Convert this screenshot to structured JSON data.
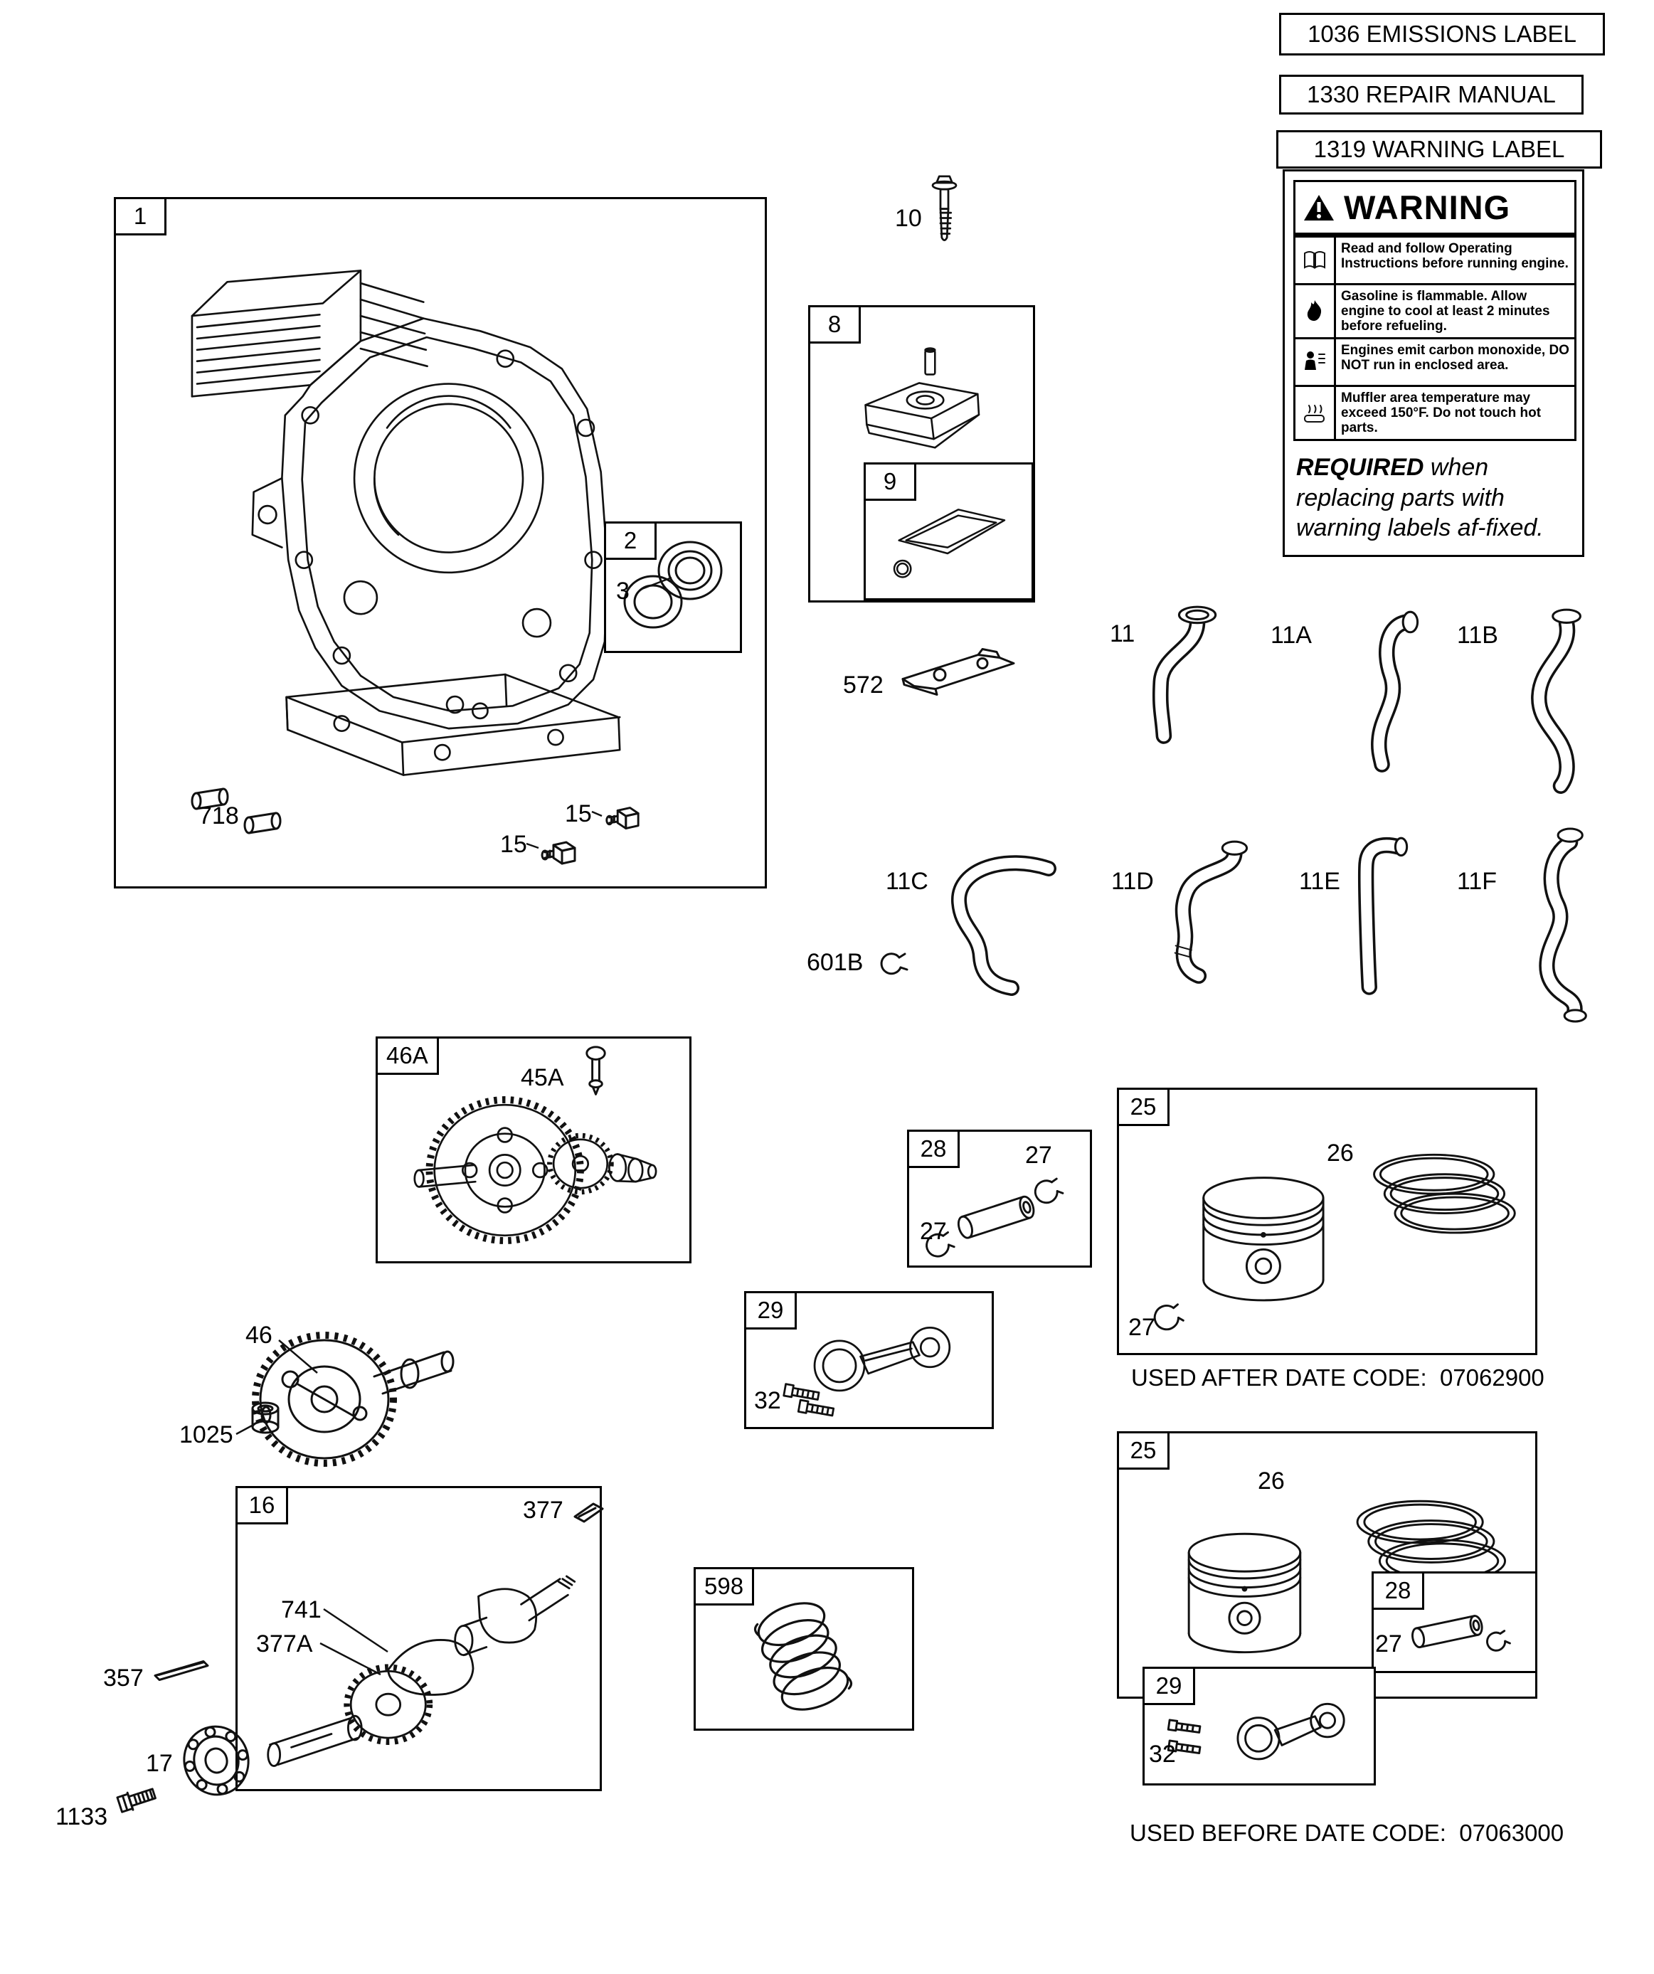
{
  "page": {
    "background": "#ffffff",
    "ink": "#000000"
  },
  "reference_labels": {
    "emissions": "1036 EMISSIONS LABEL",
    "repair_manual": "1330 REPAIR MANUAL",
    "warning": "1319 WARNING LABEL"
  },
  "warning_panel": {
    "title": "WARNING",
    "rows": [
      {
        "icon": "book-icon",
        "text": "Read and follow Operating Instructions before running engine."
      },
      {
        "icon": "flame-icon",
        "text": "Gasoline is flammable. Allow engine to cool at least 2 minutes before refueling."
      },
      {
        "icon": "carbon-monoxide-icon",
        "text": "Engines emit carbon monoxide, DO NOT run in enclosed area."
      },
      {
        "icon": "hot-muffler-icon",
        "text": "Muffler area temperature may exceed 150°F.  Do not touch hot parts."
      }
    ],
    "required_lead": "REQUIRED",
    "required_rest": " when replacing parts with warning labels af-fixed."
  },
  "callouts": {
    "1": "1",
    "2": "2",
    "3": "3",
    "8": "8",
    "9": "9",
    "10": "10",
    "11": "11",
    "11A": "11A",
    "11B": "11B",
    "11C": "11C",
    "11D": "11D",
    "11E": "11E",
    "11F": "11F",
    "15": "15",
    "16": "16",
    "17": "17",
    "25": "25",
    "26": "26",
    "27": "27",
    "28": "28",
    "29": "29",
    "32": "32",
    "45A": "45A",
    "46": "46",
    "46A": "46A",
    "357": "357",
    "377": "377",
    "377A": "377A",
    "572": "572",
    "598": "598",
    "601B": "601B",
    "718": "718",
    "741": "741",
    "1025": "1025",
    "1133": "1133"
  },
  "notes": {
    "used_after": "USED AFTER DATE CODE:  07062900",
    "used_before": "USED BEFORE DATE CODE:  07063000"
  }
}
